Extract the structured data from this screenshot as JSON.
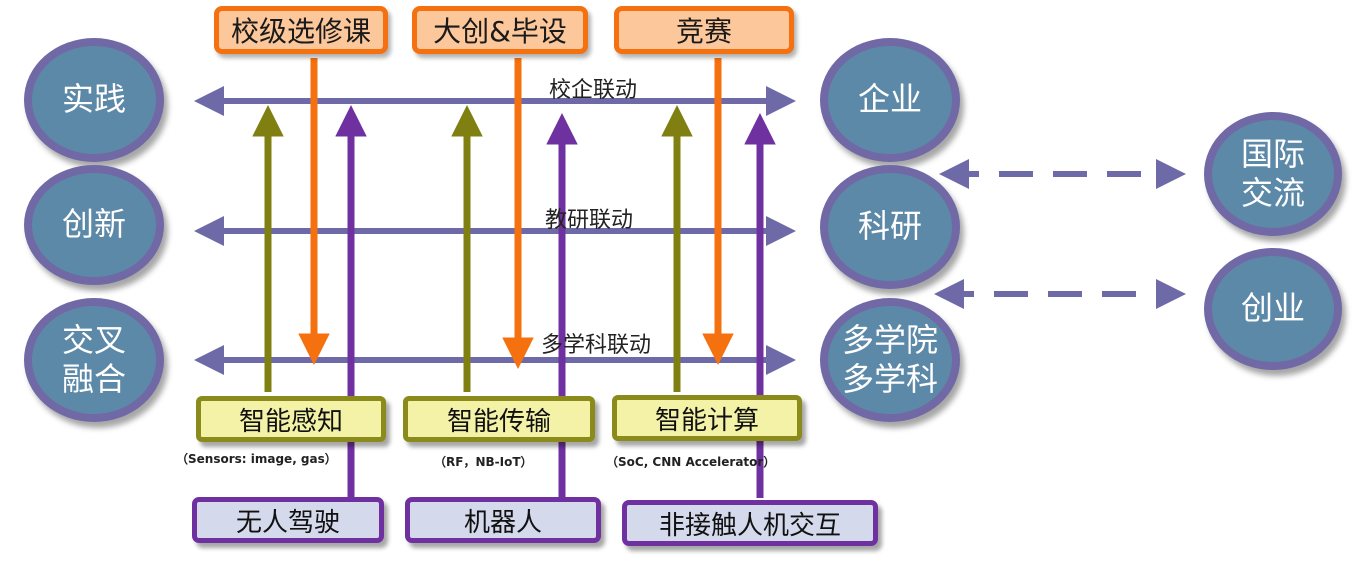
{
  "left_circles": [
    {
      "label": "实践"
    },
    {
      "label": "创新"
    },
    {
      "label": "交叉\n融合"
    }
  ],
  "right_circles": [
    {
      "label": "企业"
    },
    {
      "label": "科研"
    },
    {
      "label": "多学院\n多学科"
    }
  ],
  "far_right_circles": [
    {
      "label": "国际\n交流"
    },
    {
      "label": "创业"
    }
  ],
  "top_boxes": [
    {
      "label": "校级选修课"
    },
    {
      "label": "大创&毕设"
    },
    {
      "label": "竞赛"
    }
  ],
  "axes": [
    {
      "label": "校企联动"
    },
    {
      "label": "教研联动"
    },
    {
      "label": "多学科联动"
    }
  ],
  "tech_boxes": [
    {
      "label": "智能感知",
      "note": "（Sensors: image, gas）"
    },
    {
      "label": "智能传输",
      "note": "（RF，NB-IoT）"
    },
    {
      "label": "智能计算",
      "note": "（SoC, CNN Accelerator）"
    }
  ],
  "app_boxes": [
    {
      "label": "无人驾驶"
    },
    {
      "label": "机器人"
    },
    {
      "label": "非接触人机交互"
    }
  ],
  "colors": {
    "circle_fill": "#5d89a8",
    "circle_border": "#7069a6",
    "axis_arrow": "#6e6aa8",
    "orange": "#f5700f",
    "olive": "#7f7f12",
    "purple": "#7031a0"
  }
}
